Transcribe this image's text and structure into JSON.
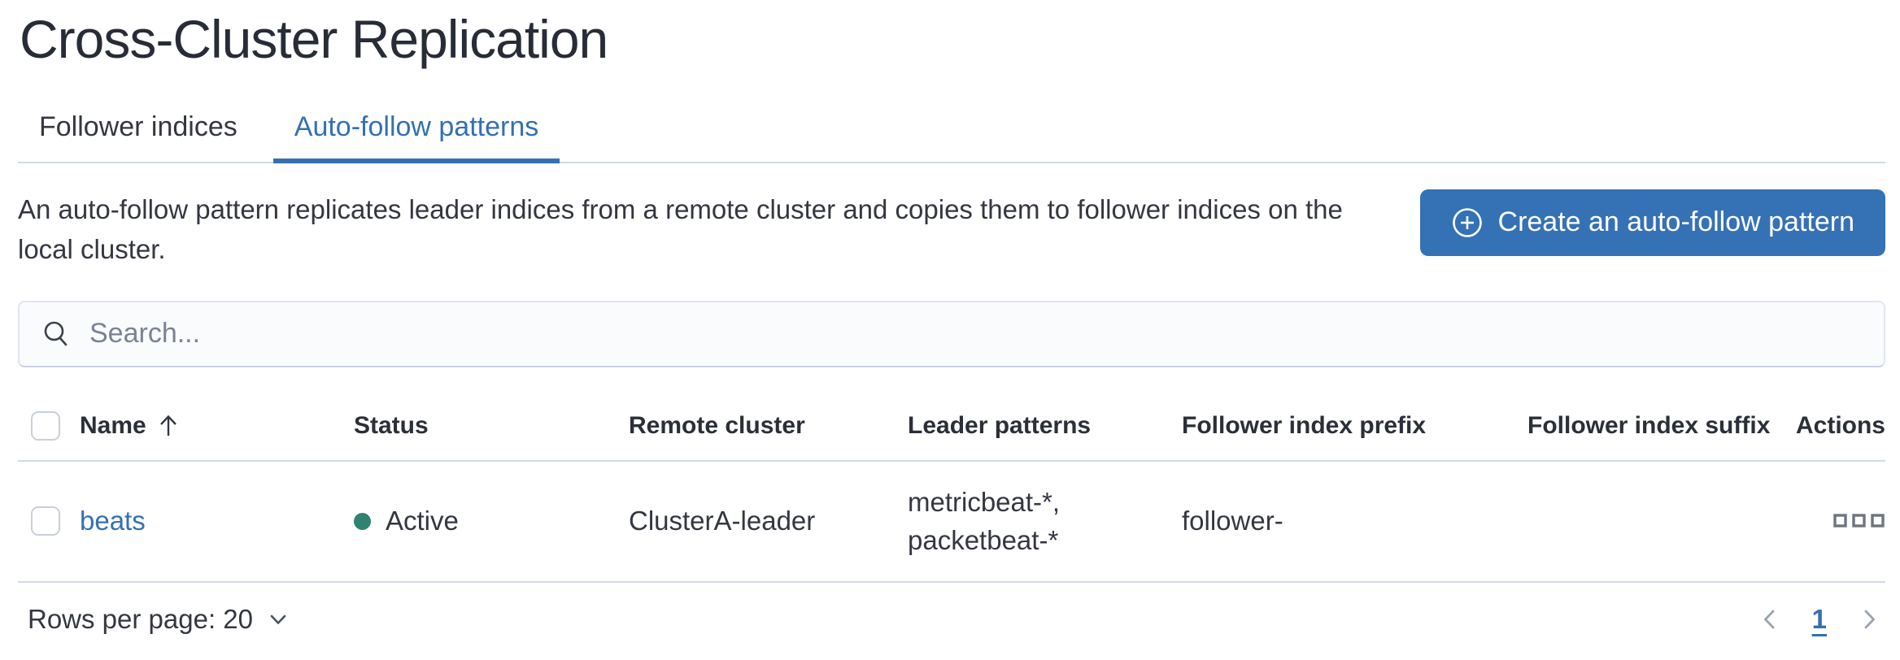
{
  "page": {
    "title": "Cross-Cluster Replication"
  },
  "tabs": [
    {
      "label": "Follower indices",
      "active": false
    },
    {
      "label": "Auto-follow patterns",
      "active": true
    }
  ],
  "intro": {
    "description": "An auto-follow pattern replicates leader indices from a remote cluster and copies them to follower indices on the local cluster.",
    "create_button_label": "Create an auto-follow pattern"
  },
  "search": {
    "placeholder": "Search..."
  },
  "table": {
    "columns": [
      "Name",
      "Status",
      "Remote cluster",
      "Leader patterns",
      "Follower index prefix",
      "Follower index suffix",
      "Actions"
    ],
    "sort": {
      "column": "Name",
      "direction": "ascending"
    },
    "rows": [
      {
        "name": "beats",
        "status": "Active",
        "remote_cluster": "ClusterA-leader",
        "leader_patterns": "metricbeat-*, packetbeat-*",
        "follower_index_prefix": "follower-",
        "follower_index_suffix": ""
      }
    ]
  },
  "footer": {
    "rows_per_page_label": "Rows per page: 20",
    "current_page": "1"
  },
  "icons": {
    "create_button": "plus-in-circle",
    "search": "magnifier",
    "name_sort": "arrow-up",
    "status": "dot",
    "row_actions": "boxes-horizontal",
    "rows_per_page": "chevron-down",
    "prev_page": "chevron-left",
    "next_page": "chevron-right"
  },
  "colors": {
    "primary": "#3470B2",
    "button_bg": "#3571B5",
    "status_active": "#2F8370",
    "text": "#343741",
    "muted": "#69707D",
    "border": "#D3DAE6"
  }
}
